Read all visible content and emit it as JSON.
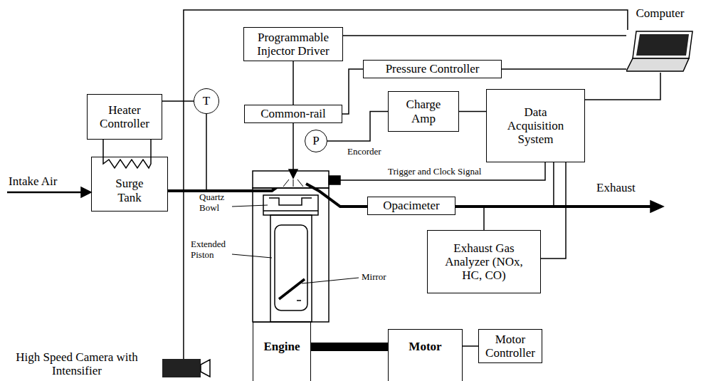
{
  "diagram": {
    "nodes": [
      {
        "text": [
          "Computer"
        ]
      },
      {
        "text": [
          "Programmable Injector Driver"
        ]
      },
      {
        "text": [
          "Pressure Controller"
        ]
      },
      {
        "text": [
          "Heater Controller"
        ]
      },
      {
        "text": [
          "T"
        ]
      },
      {
        "text": [
          "Common-rail"
        ]
      },
      {
        "text": [
          "Charge Amp"
        ]
      },
      {
        "text": [
          "P"
        ]
      },
      {
        "text": [
          "Data Acquisition System"
        ]
      },
      {
        "text": [
          "Surge Tank"
        ]
      },
      {
        "text": [
          "Opacimeter"
        ]
      },
      {
        "text": [
          "Exhaust Gas Analyzer (NOx, HC, CO)"
        ]
      },
      {
        "text": [
          "Engine"
        ]
      },
      {
        "text": [
          "Motor"
        ]
      },
      {
        "text": [
          "Motor Controller"
        ]
      },
      {
        "text": [
          "High Speed Camera with Intensifier"
        ]
      }
    ],
    "edges": [
      {
        "from": 1,
        "to": 0,
        "arrow": "none"
      },
      {
        "from": 2,
        "to": 0,
        "arrow": "none"
      },
      {
        "from": 2,
        "to": 5,
        "arrow": "none"
      },
      {
        "from": 1,
        "to": 5,
        "arrow": "none"
      },
      {
        "from": 3,
        "to": 4,
        "arrow": "none"
      },
      {
        "from": 6,
        "to": 7,
        "arrow": "none"
      },
      {
        "from": 6,
        "to": 8,
        "arrow": "none"
      },
      {
        "from": 8,
        "to": 0,
        "arrow": "none"
      },
      {
        "from": 10,
        "to": 8,
        "arrow": "none"
      },
      {
        "from": 8,
        "to": 11,
        "arrow": "none"
      },
      {
        "from": 12,
        "to": 13,
        "arrow": "none"
      },
      {
        "from": 13,
        "to": 14,
        "arrow": "none"
      },
      {
        "from": 0,
        "to": 15,
        "arrow": "none"
      }
    ],
    "labels": [
      "Intake Air",
      "Exhaust",
      "Quartz Bowl",
      "Extended Piston",
      "Mirror",
      "Encorder",
      "Trigger and Clock Signal"
    ]
  }
}
